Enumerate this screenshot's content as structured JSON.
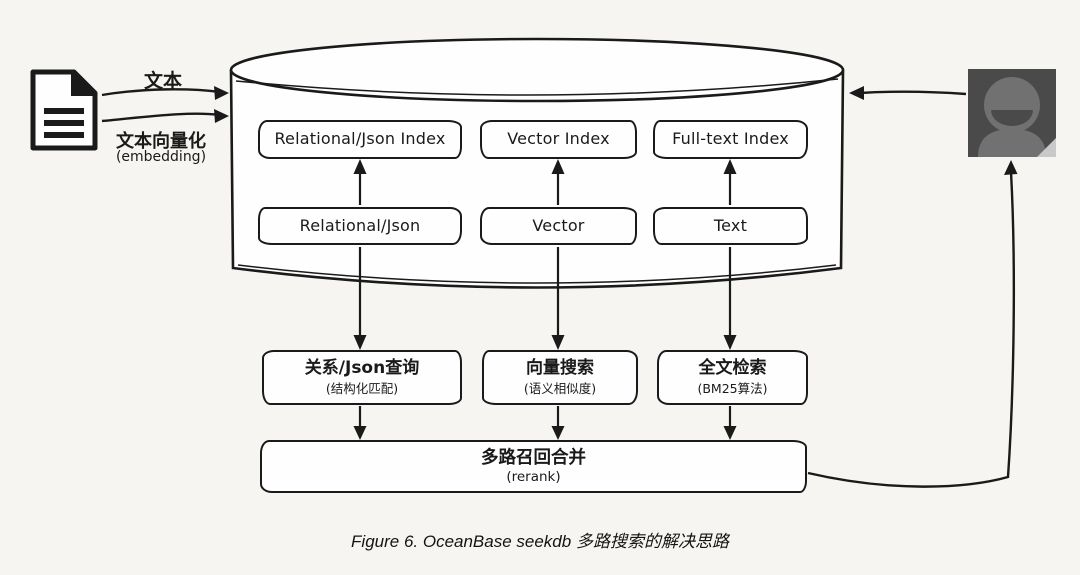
{
  "figure": {
    "caption": "Figure 6. OceanBase seekdb 多路搜索的解决思路"
  },
  "colors": {
    "background": "#f7f5f1",
    "ink": "#1a1a1a",
    "box_fill": "#fefefe",
    "avatar_background": "#4a4a4a",
    "avatar_person": "#717171",
    "avatar_corner": "#c9c9c9"
  },
  "icons": {
    "source_document": "document-icon",
    "end_user": "user-avatar-icon"
  },
  "doc_input": {
    "arrow_top_label": "文本",
    "arrow_bottom_label": "文本向量化",
    "arrow_bottom_sublabel": "(embedding)"
  },
  "database": {
    "index_boxes": [
      {
        "label": "Relational/Json Index"
      },
      {
        "label": "Vector Index"
      },
      {
        "label": "Full-text Index"
      }
    ],
    "data_boxes": [
      {
        "label": "Relational/Json"
      },
      {
        "label": "Vector"
      },
      {
        "label": "Text"
      }
    ]
  },
  "query_boxes": [
    {
      "title": "关系/Json查询",
      "subtitle": "(结构化匹配)"
    },
    {
      "title": "向量搜索",
      "subtitle": "(语义相似度)"
    },
    {
      "title": "全文检索",
      "subtitle": "(BM25算法)"
    }
  ],
  "merge_box": {
    "title": "多路召回合并",
    "subtitle": "(rerank)"
  }
}
